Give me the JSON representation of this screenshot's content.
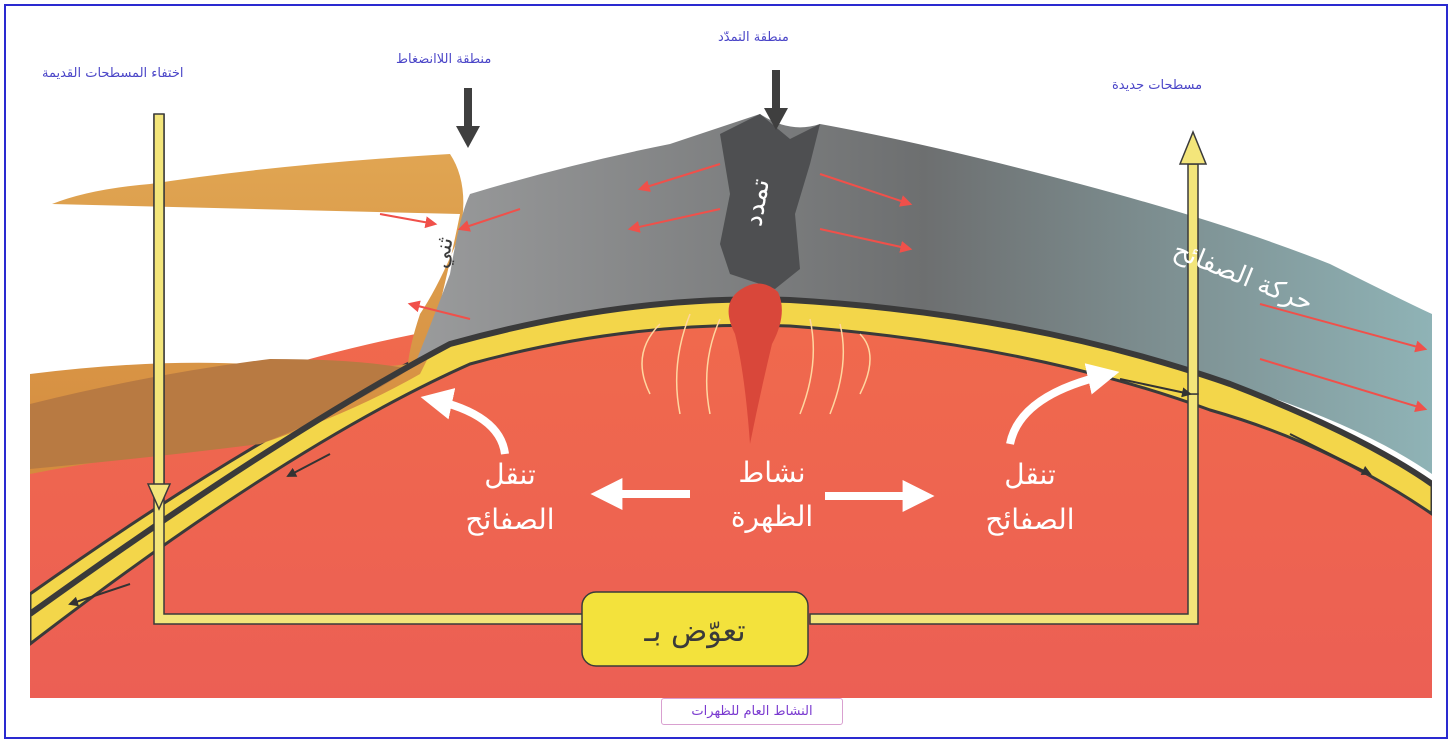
{
  "labels": {
    "old_surfaces": "اختفاء المسطحات القديمة",
    "compression_zone": "منطقة اللاانضغاط",
    "extension_zone": "منطقة التمدّد",
    "new_surfaces": "مسطحات جديدة"
  },
  "diagram_text": {
    "plate_motion": "حركة الصفائح",
    "rift": "تمدد",
    "fold": "ثني",
    "ridge_activity_l1": "نشاط",
    "ridge_activity_l2": "الظهرة",
    "plate_transfer_left_l1": "تنقل",
    "plate_transfer_left_l2": "الصفائح",
    "plate_transfer_right_l1": "تنقل",
    "plate_transfer_right_l2": "الصفائح",
    "compensated_by": "تعوّض بـ"
  },
  "caption": "النشاط العام للظهرات",
  "colors": {
    "border": "#2a2ad0",
    "label": "#4b46c8",
    "mantle": "#ef6a4a",
    "lithosphere_yellow": "#f3d64a",
    "crust_grey": "#8b8f93",
    "continent": "#d99a4a",
    "arrow_red": "#f0504a"
  }
}
